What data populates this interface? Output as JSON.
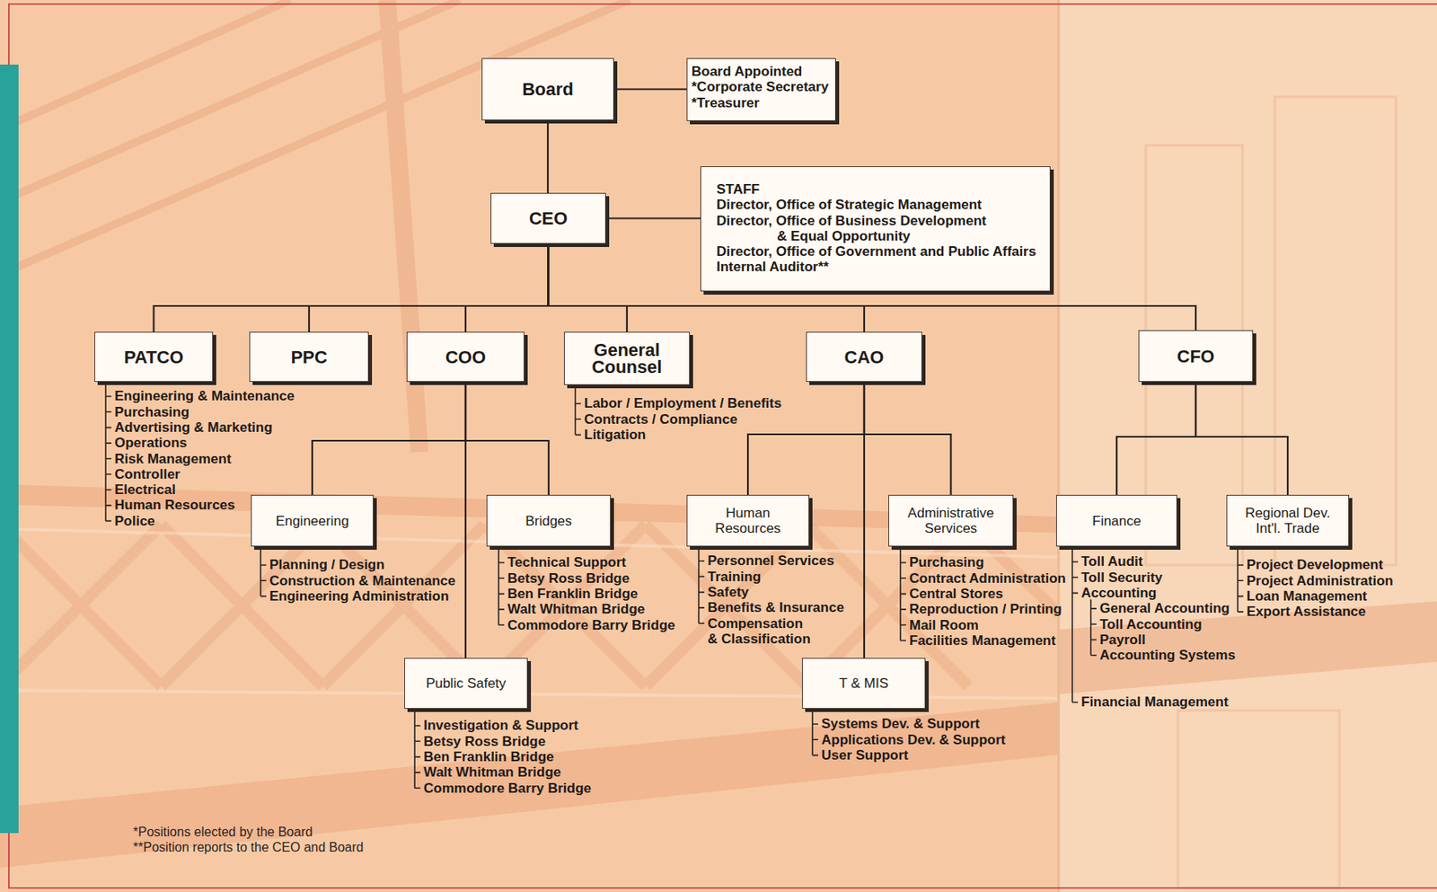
{
  "diagram": {
    "nodes": [
      {
        "text": [
          "Board"
        ]
      },
      {
        "text": [
          "Board Appointed",
          "*Corporate Secretary",
          "*Treasurer"
        ]
      },
      {
        "text": [
          "CEO"
        ]
      },
      {
        "text": [
          "STAFF",
          "Director, Office of Strategic Management",
          "Director, Office of Business Development & Equal Opportunity",
          "Director, Office of Government and Public Affairs",
          "Internal Auditor**"
        ]
      },
      {
        "text": [
          "PATCO"
        ]
      },
      {
        "text": [
          "PPC"
        ]
      },
      {
        "text": [
          "COO"
        ]
      },
      {
        "text": [
          "General Counsel"
        ]
      },
      {
        "text": [
          "CAO"
        ]
      },
      {
        "text": [
          "CFO"
        ]
      },
      {
        "text": [
          "Engineering"
        ]
      },
      {
        "text": [
          "Bridges"
        ]
      },
      {
        "text": [
          "Human Resources"
        ]
      },
      {
        "text": [
          "Administrative Services"
        ]
      },
      {
        "text": [
          "Finance"
        ]
      },
      {
        "text": [
          "Regional Dev. Int'l. Trade"
        ]
      },
      {
        "text": [
          "Public Safety"
        ]
      },
      {
        "text": [
          "T & MIS"
        ]
      }
    ],
    "edges": [
      {
        "from": 0,
        "to": 1,
        "arrow": "none"
      },
      {
        "from": 0,
        "to": 2,
        "arrow": "none"
      },
      {
        "from": 2,
        "to": 3,
        "arrow": "none"
      },
      {
        "from": 2,
        "to": 4,
        "arrow": "none"
      },
      {
        "from": 2,
        "to": 5,
        "arrow": "none"
      },
      {
        "from": 2,
        "to": 6,
        "arrow": "none"
      },
      {
        "from": 2,
        "to": 7,
        "arrow": "none"
      },
      {
        "from": 2,
        "to": 8,
        "arrow": "none"
      },
      {
        "from": 2,
        "to": 9,
        "arrow": "none"
      },
      {
        "from": 6,
        "to": 10,
        "arrow": "none"
      },
      {
        "from": 6,
        "to": 11,
        "arrow": "none"
      },
      {
        "from": 6,
        "to": 16,
        "arrow": "none"
      },
      {
        "from": 8,
        "to": 12,
        "arrow": "none"
      },
      {
        "from": 8,
        "to": 13,
        "arrow": "none"
      },
      {
        "from": 8,
        "to": 17,
        "arrow": "none"
      },
      {
        "from": 9,
        "to": 14,
        "arrow": "none"
      },
      {
        "from": 9,
        "to": 15,
        "arrow": "none"
      }
    ],
    "labels": [
      "Engineering & Maintenance",
      "Purchasing",
      "Advertising & Marketing",
      "Operations",
      "Risk Management",
      "Controller",
      "Electrical",
      "Human Resources",
      "Police",
      "Labor / Employment / Benefits",
      "Contracts / Compliance",
      "Litigation",
      "Planning / Design",
      "Construction & Maintenance",
      "Engineering Administration",
      "Technical Support",
      "Betsy Ross Bridge",
      "Ben Franklin Bridge",
      "Walt Whitman Bridge",
      "Commodore Barry Bridge",
      "Personnel Services",
      "Training",
      "Safety",
      "Benefits & Insurance",
      "Compensation & Classification",
      "Purchasing",
      "Contract Administration",
      "Central Stores",
      "Reproduction / Printing",
      "Mail Room",
      "Facilities Management",
      "Systems Dev. & Support",
      "Applications Dev. & Support",
      "User Support",
      "Toll Audit",
      "Toll Security",
      "Accounting",
      "General Accounting",
      "Toll Accounting",
      "Payroll",
      "Accounting Systems",
      "Financial Management",
      "Project Development",
      "Project Administration",
      "Loan Management",
      "Export Assistance",
      "Investigation & Support",
      "Betsy Ross Bridge",
      "Ben Franklin Bridge",
      "Walt Whitman Bridge",
      "Commodore Barry Bridge",
      "*Positions elected by the Board",
      "**Position reports to the CEO and Board"
    ]
  }
}
